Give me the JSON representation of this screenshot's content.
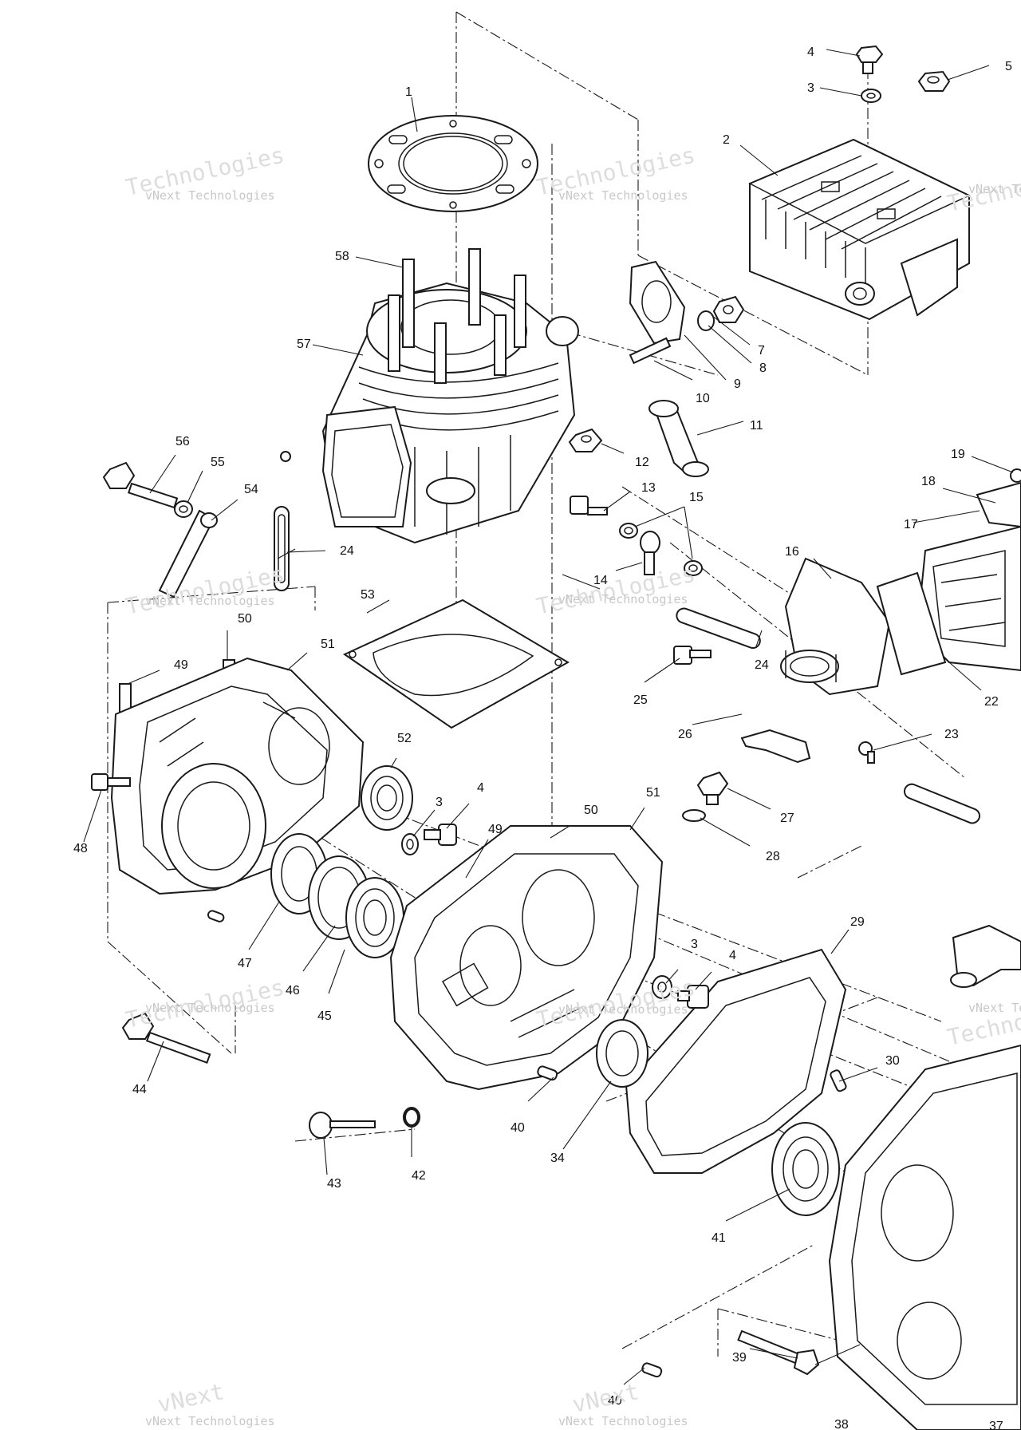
{
  "watermark": {
    "line1": "vNext Technologies",
    "line2": "Technologies",
    "line3": "vNext"
  },
  "callouts": {
    "c1": "1",
    "c2": "2",
    "c3a": "3",
    "c4a": "4",
    "c5": "5",
    "c7": "7",
    "c8": "8",
    "c9": "9",
    "c10": "10",
    "c11": "11",
    "c12": "12",
    "c13": "13",
    "c14": "14",
    "c15": "15",
    "c16": "16",
    "c17": "17",
    "c18": "18",
    "c19": "19",
    "c22": "22",
    "c23": "23",
    "c24a": "24",
    "c24b": "24",
    "c25": "25",
    "c26": "26",
    "c27": "27",
    "c28": "28",
    "c29": "29",
    "c30": "30",
    "c34": "34",
    "c38": "38",
    "c39": "39",
    "c40a": "40",
    "c40b": "40",
    "c41": "41",
    "c42": "42",
    "c43": "43",
    "c44": "44",
    "c45": "45",
    "c46": "46",
    "c47": "47",
    "c48": "48",
    "c49a": "49",
    "c49b": "49",
    "c50a": "50",
    "c50b": "50",
    "c51a": "51",
    "c51b": "51",
    "c52": "52",
    "c53": "53",
    "c54": "54",
    "c55": "55",
    "c56": "56",
    "c57": "57",
    "c58": "58",
    "c3b": "3",
    "c4b": "4",
    "c3c": "3",
    "c4c": "4",
    "c37": "37"
  }
}
